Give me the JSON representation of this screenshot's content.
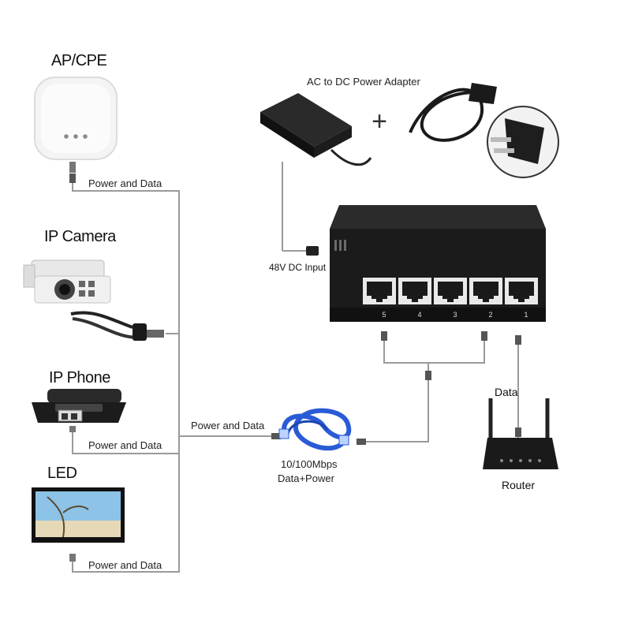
{
  "devices": {
    "ap": "AP/CPE",
    "camera": "IP Camera",
    "phone": "IP Phone",
    "led": "LED",
    "router": "Router"
  },
  "links": {
    "ap_link": "Power and Data",
    "phone_link": "Power and Data",
    "led_link": "Power and Data",
    "trunk_link": "Power and Data",
    "router_link": "Data"
  },
  "power": {
    "adapter_label": "AC to DC Power Adapter",
    "plus_sign": "+",
    "input_label": "48V DC Input"
  },
  "cable": {
    "speed": "10/100Mbps",
    "mode": "Data+Power"
  },
  "switch": {
    "port_numbers": [
      "5",
      "4",
      "3",
      "2",
      "1"
    ]
  },
  "colors": {
    "wire": "#9a9a9a",
    "switch_body": "#1b1b1b",
    "cable_blue": "#2a5bd7"
  }
}
